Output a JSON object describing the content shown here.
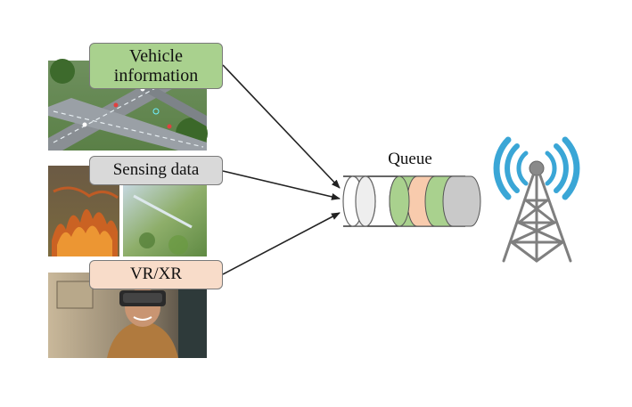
{
  "sources": {
    "vehicle": {
      "label": "Vehicle information",
      "photo": "highway-interchange-photo",
      "color": "#a9d18e"
    },
    "sensing": {
      "label": "Sensing data",
      "photo_left": "wildfire-photo",
      "photo_right": "field-sensor-photo",
      "color": "#d9d9d9"
    },
    "vr": {
      "label": "VR/XR",
      "photo": "vr-headset-user-photo",
      "color": "#f8dcc9"
    }
  },
  "queue": {
    "label": "Queue",
    "segments": [
      "#a9d18e",
      "#f8cbad",
      "#a9d18e",
      "#c9c9c9"
    ]
  },
  "tower": {
    "icon": "wireless-tower-icon",
    "signal_color": "#3aa6d6",
    "tower_color": "#7f7f7f"
  },
  "arrow_color": "#222222"
}
